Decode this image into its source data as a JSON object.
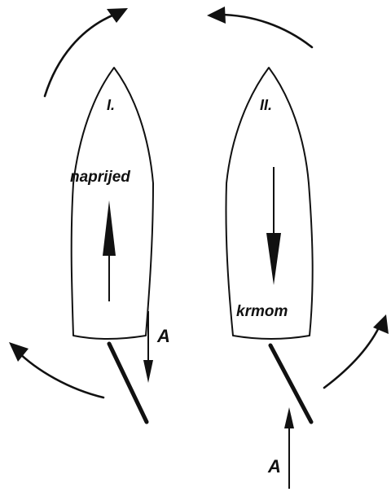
{
  "boats": [
    {
      "numeral": "I.",
      "direction_label": "naprijed"
    },
    {
      "numeral": "II.",
      "direction_label": "krmom"
    }
  ],
  "force_label_left": "A",
  "force_label_right": "A"
}
